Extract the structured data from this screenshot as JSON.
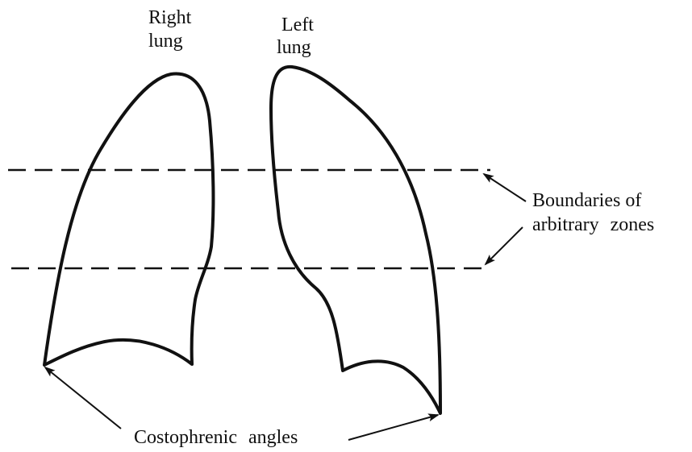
{
  "labels": {
    "right_lung_line1": "Right",
    "right_lung_line2": "lung",
    "left_lung_line1": "Left",
    "left_lung_line2": "lung",
    "zones_line1": "Boundaries of",
    "zones_line2": "arbitrary zones",
    "angles": "Costophrenic angles"
  },
  "colors": {
    "stroke": "#111111",
    "background": "#ffffff"
  }
}
